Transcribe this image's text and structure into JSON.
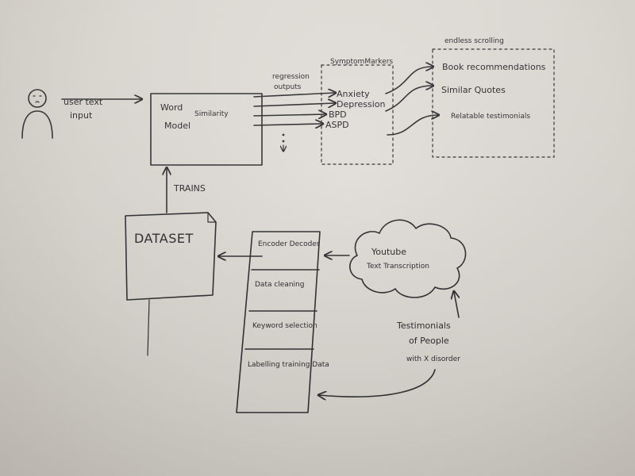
{
  "user": {
    "input_label_line1": "user text",
    "input_label_line2": "input"
  },
  "model": {
    "title_word": "Word",
    "title_similarity": "Similarity",
    "title_model": "Model"
  },
  "model_outputs": {
    "regression_line1": "regression",
    "regression_line2": "outputs"
  },
  "symptom_markers": {
    "title": "SymptomMarkers",
    "items": [
      "Anxiety",
      "Depression",
      "BPD",
      "ASPD"
    ]
  },
  "endless_scrolling": {
    "title": "endless scrolling",
    "items": [
      "Book recommendations",
      "Similar Quotes",
      "Relatable testimonials"
    ]
  },
  "trains_label": "TRAINS",
  "dataset": {
    "label": "DATASET"
  },
  "pipeline": {
    "steps": [
      "Encoder Decoder",
      "Data cleaning",
      "Keyword selection",
      "Labelling training Data"
    ]
  },
  "transcription": {
    "line1": "Youtube",
    "line2": "Text Transcription"
  },
  "testimonials": {
    "line1": "Testimonials",
    "line2": "of People",
    "line3": "with X disorder"
  }
}
